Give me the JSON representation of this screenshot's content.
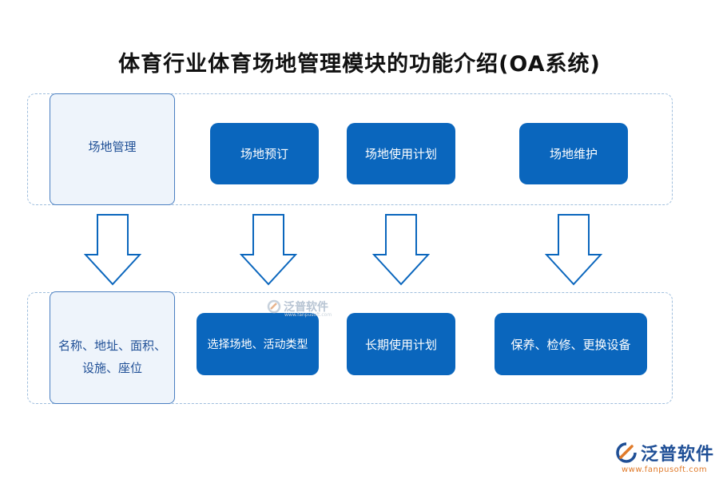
{
  "title": "体育行业体育场地管理模块的功能介绍(OA系统)",
  "row1": {
    "label": "场地管理",
    "nodes": [
      "场地预订",
      "场地使用计划",
      "场地维护"
    ]
  },
  "row2": {
    "label_line1": "名称、地址、面积、",
    "label_line2": "设施、座位",
    "nodes": [
      "选择场地、活动类型",
      "长期使用计划",
      "保养、检修、更换设备"
    ]
  },
  "watermark": {
    "text": "泛普软件",
    "sub": "www.fanpusoft.com"
  },
  "logo": {
    "text": "泛普软件",
    "url": "www.fanpusoft.com"
  },
  "colors": {
    "node_fill": "#0a66bd",
    "label_fill": "#eef4fb",
    "label_border": "#4a7fc1",
    "dashed_border": "#9fbedd",
    "arrow_stroke": "#0a66bd"
  }
}
